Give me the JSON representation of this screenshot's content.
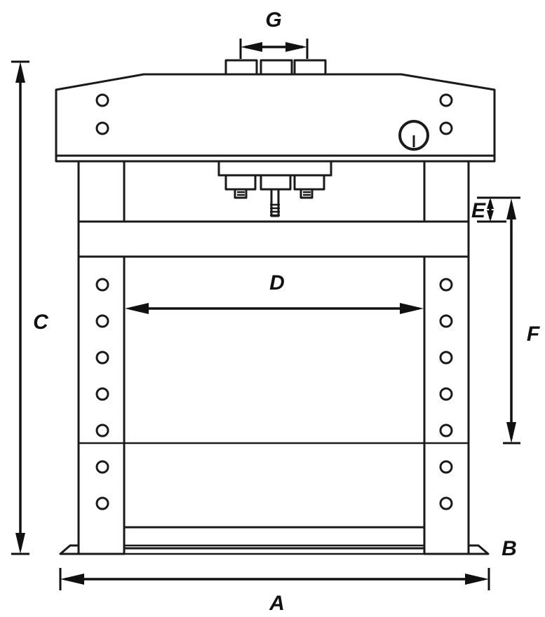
{
  "dimension_labels": {
    "a": "A",
    "b": "B",
    "c": "C",
    "d": "D",
    "e": "E",
    "f": "F",
    "g": "G"
  }
}
